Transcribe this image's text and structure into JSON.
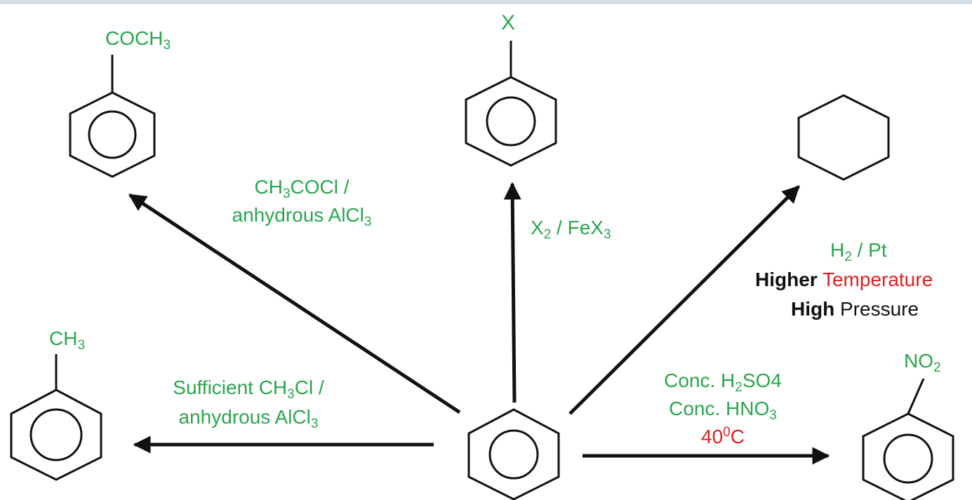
{
  "substituents": {
    "acetyl": {
      "main": "COCH",
      "sub": "3"
    },
    "halogen": {
      "main": "X"
    },
    "methyl": {
      "main": "CH",
      "sub": "3"
    },
    "nitro": {
      "main": "NO",
      "sub": "2"
    }
  },
  "reactions": {
    "acylation": {
      "line1": {
        "a": "CH",
        "a_sub": "3",
        "b": "COCl /"
      },
      "line2": {
        "a": "anhydrous AlCl",
        "a_sub": "3"
      }
    },
    "halogenation": {
      "a": "X",
      "a_sub": "2",
      "b": " / FeX",
      "b_sub": "3"
    },
    "hydrogenation": {
      "reagent": {
        "a": "H",
        "a_sub": "2",
        "b": " / Pt"
      },
      "cond1_bold": "Higher",
      "cond1_rest": "Temperature",
      "cond2_bold": "High",
      "cond2_rest": "Pressure"
    },
    "alkylation": {
      "line1": {
        "a": "Sufficient CH",
        "a_sub": "3",
        "b": "Cl /"
      },
      "line2": {
        "a": "anhydrous AlCl",
        "a_sub": "3"
      }
    },
    "nitration": {
      "line1": {
        "a": "Conc. H",
        "a_sub": "2",
        "b": "SO4"
      },
      "line2": {
        "a": "Conc. HNO",
        "a_sub": "3"
      },
      "temp": {
        "a": "40",
        "a_sup": "0",
        "b": "C"
      }
    }
  },
  "colors": {
    "reagent": "#2aa64e",
    "condition_red": "#e02020",
    "structure": "#111111"
  }
}
